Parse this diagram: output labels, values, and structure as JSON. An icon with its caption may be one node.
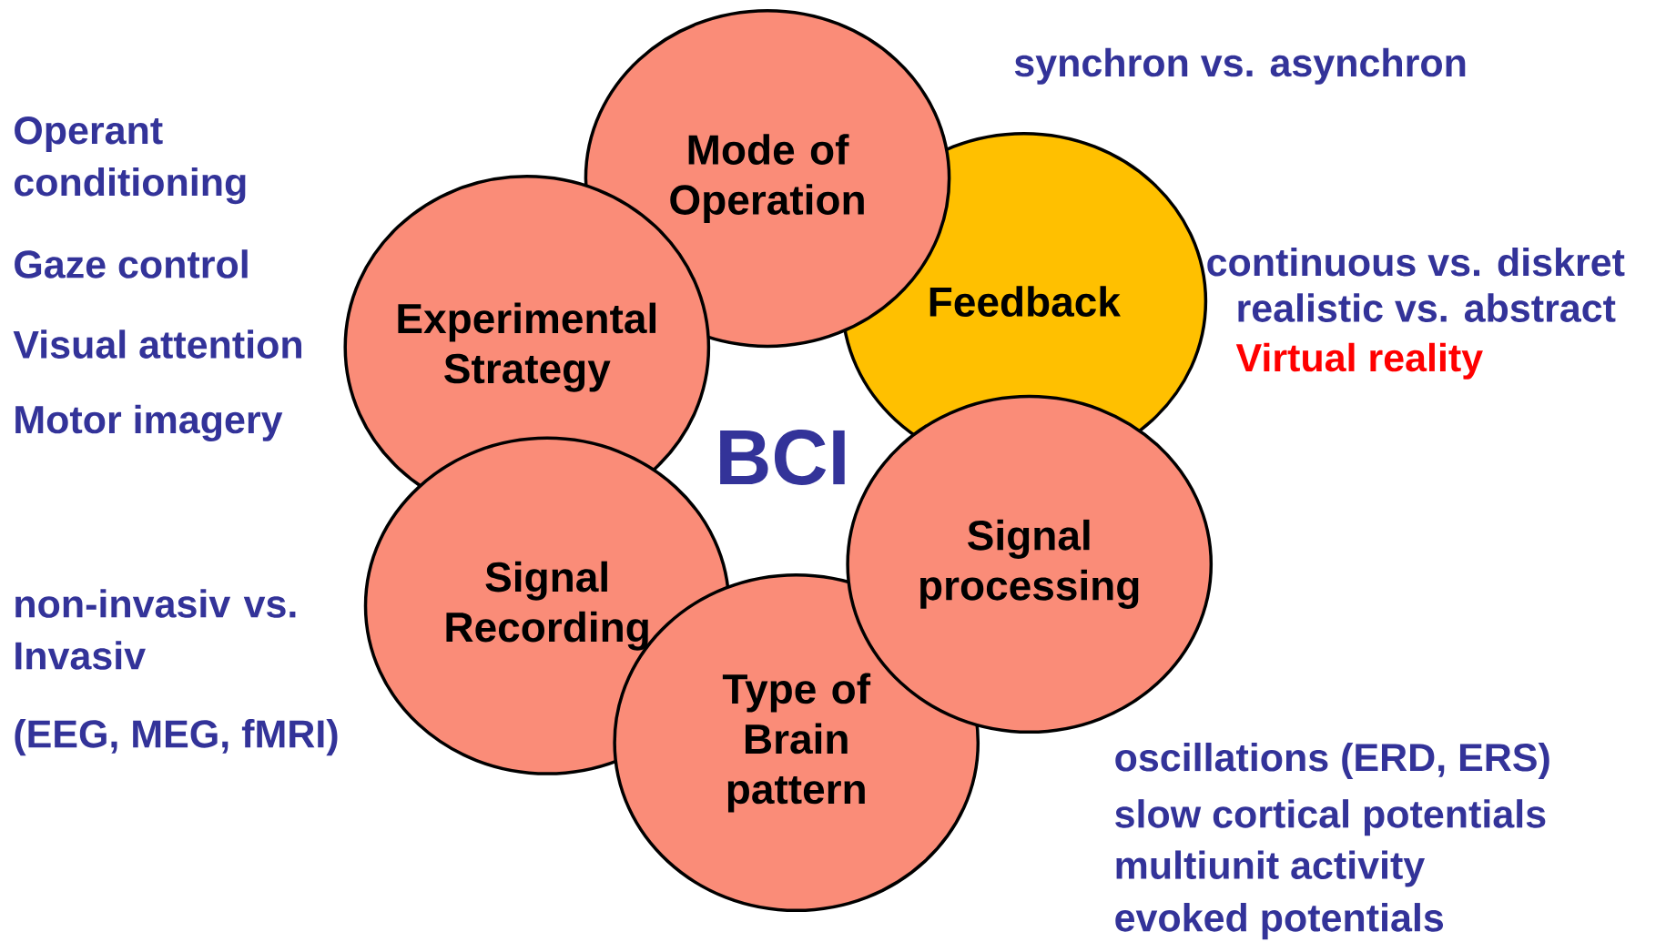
{
  "diagram": {
    "nodes": [
      {
        "text": [
          "Mode of Operation"
        ]
      },
      {
        "text": [
          "Feedback"
        ]
      },
      {
        "text": [
          "Experimental Strategy"
        ]
      },
      {
        "text": [
          "Signal Recording"
        ]
      },
      {
        "text": [
          "Type of Brain pattern"
        ]
      },
      {
        "text": [
          "Signal processing"
        ]
      }
    ],
    "labels": [
      "synchron vs. asynchron",
      "Operant conditioning",
      "Gaze control",
      "Visual attention",
      "Motor imagery",
      "continuous vs. diskret",
      "realistic vs. abstract",
      "Virtual reality",
      "BCI",
      "non-invasiv vs. Invasiv",
      "(EEG, MEG, fMRI)",
      "oscillations (ERD, ERS)",
      "slow cortical potentials",
      "multiunit activity",
      "evoked potentials"
    ]
  }
}
